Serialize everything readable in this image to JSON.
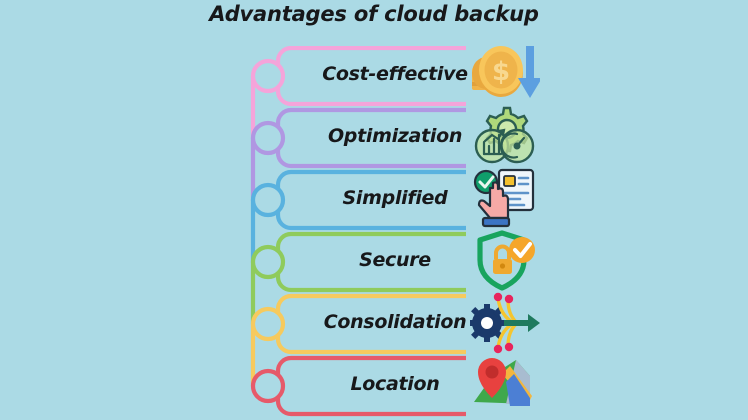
{
  "background_color": "#ABDAE5",
  "title": "Advantages of cloud backup",
  "title_color": "#17181A",
  "items": [
    {
      "label": "Cost-effective",
      "accent_color": "#F5A4DA",
      "icon": "coin-dollar-down-arrow-icon"
    },
    {
      "label": "Optimization",
      "accent_color": "#B097E2",
      "icon": "gear-chart-gauge-icon"
    },
    {
      "label": "Simplified",
      "accent_color": "#59B2DF",
      "icon": "hand-click-document-icon"
    },
    {
      "label": "Secure",
      "accent_color": "#8FCB5C",
      "icon": "shield-lock-check-icon"
    },
    {
      "label": "Consolidation",
      "accent_color": "#F6CA5E",
      "icon": "gear-merge-arrow-icon"
    },
    {
      "label": "Location",
      "accent_color": "#E65A6A",
      "icon": "map-pin-icon"
    }
  ]
}
